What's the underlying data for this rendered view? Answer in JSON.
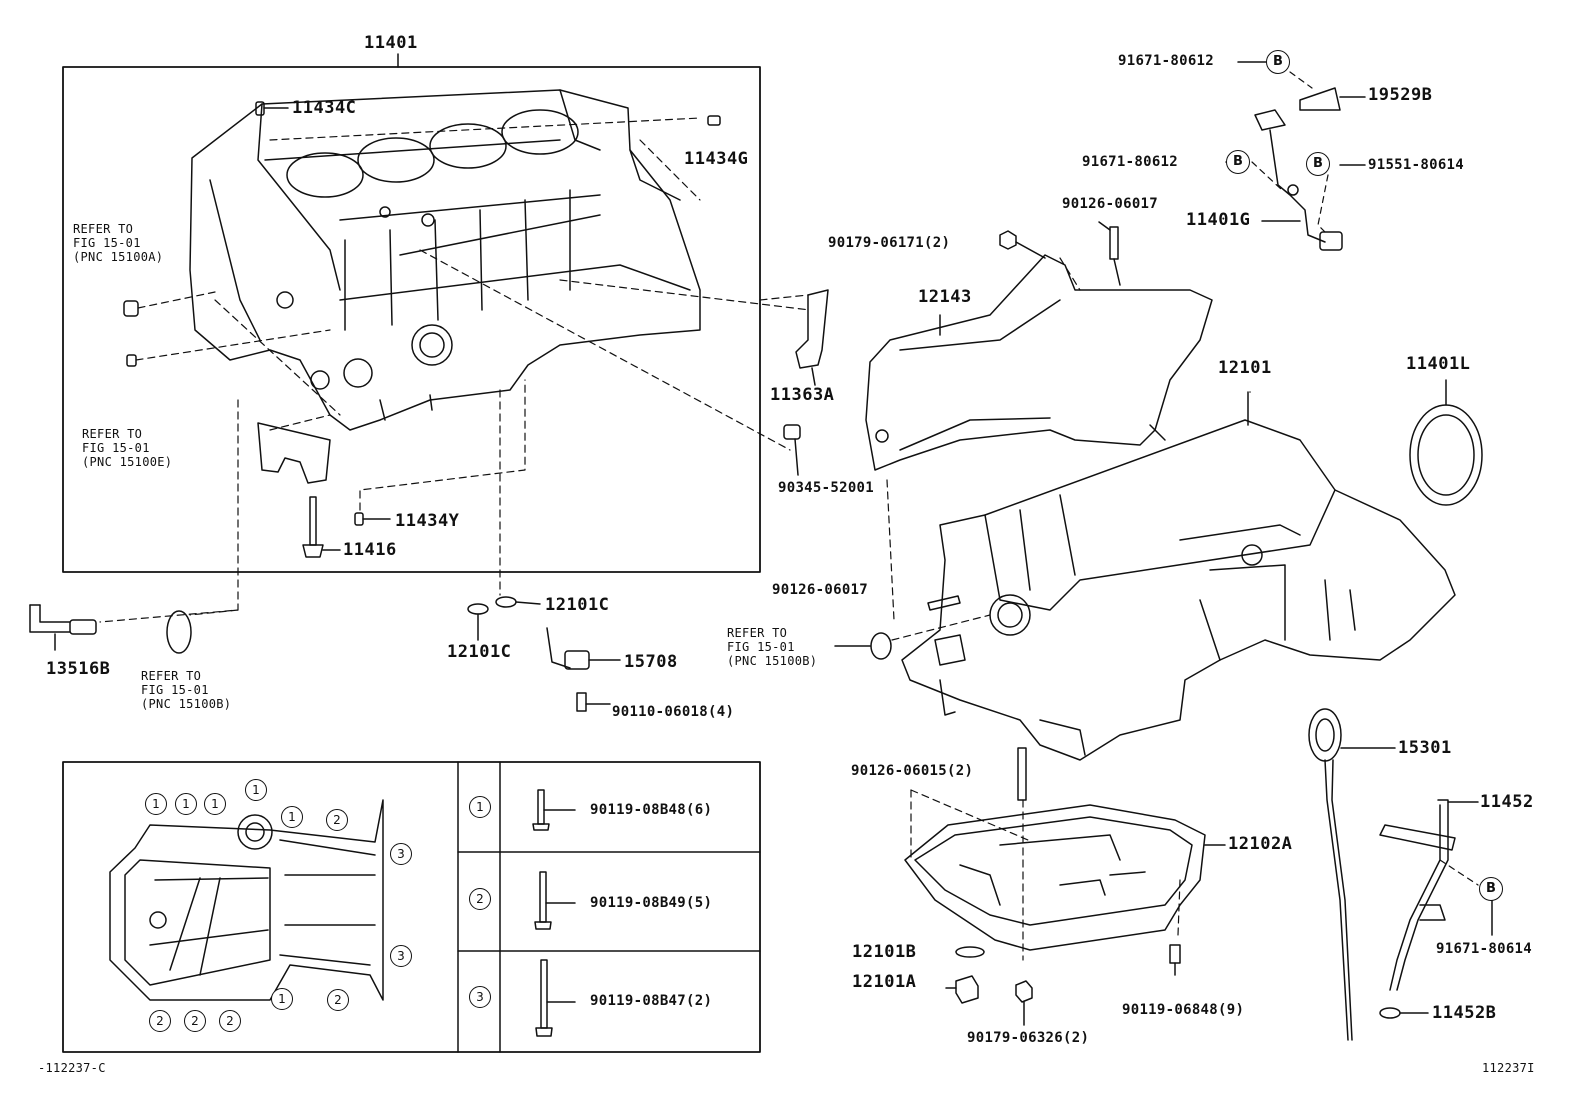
{
  "labels": {
    "block_title": "11401",
    "p11434C": "11434C",
    "p11434G": "11434G",
    "p11434Y": "11434Y",
    "p11416": "11416",
    "p11363A": "11363A",
    "p90345": "90345-52001",
    "p13516B": "13516B",
    "p12101C_r": "12101C",
    "p12101C_l": "12101C",
    "p15708": "15708",
    "p90110": "90110-06018(4)",
    "p91671_top": "91671-80612",
    "p19529B": "19529B",
    "p91671_mid": "91671-80612",
    "p91551": "91551-80614",
    "p90126_top": "90126-06017",
    "p11401G": "11401G",
    "p90179_top": "90179-06171(2)",
    "p12143": "12143",
    "p12101": "12101",
    "p11401L": "11401L",
    "p90126_mid": "90126-06017",
    "p90126_015": "90126-06015(2)",
    "p15301": "15301",
    "p11452": "11452",
    "p12102A": "12102A",
    "p12101B": "12101B",
    "p12101A": "12101A",
    "p90119_06848": "90119-06848(9)",
    "p90179_bot": "90179-06326(2)",
    "p91671_bot": "91671-80614",
    "p11452B": "11452B",
    "bolt1": "90119-08B48(6)",
    "bolt2": "90119-08B49(5)",
    "bolt3": "90119-08B47(2)",
    "code_left": "-112237-C",
    "code_right": "112237I"
  },
  "refs": {
    "ref_a": {
      "l1": "REFER TO",
      "l2": "FIG 15-01",
      "l3": "(PNC 15100A)"
    },
    "ref_e": {
      "l1": "REFER TO",
      "l2": "FIG 15-01",
      "l3": "(PNC 15100E)"
    },
    "ref_b1": {
      "l1": "REFER TO",
      "l2": "FIG 15-01",
      "l3": "(PNC 15100B)"
    },
    "ref_b2": {
      "l1": "REFER TO",
      "l2": "FIG 15-01",
      "l3": "(PNC 15100B)"
    }
  },
  "markers": {
    "b": "B",
    "n1": "1",
    "n2": "2",
    "n3": "3"
  }
}
